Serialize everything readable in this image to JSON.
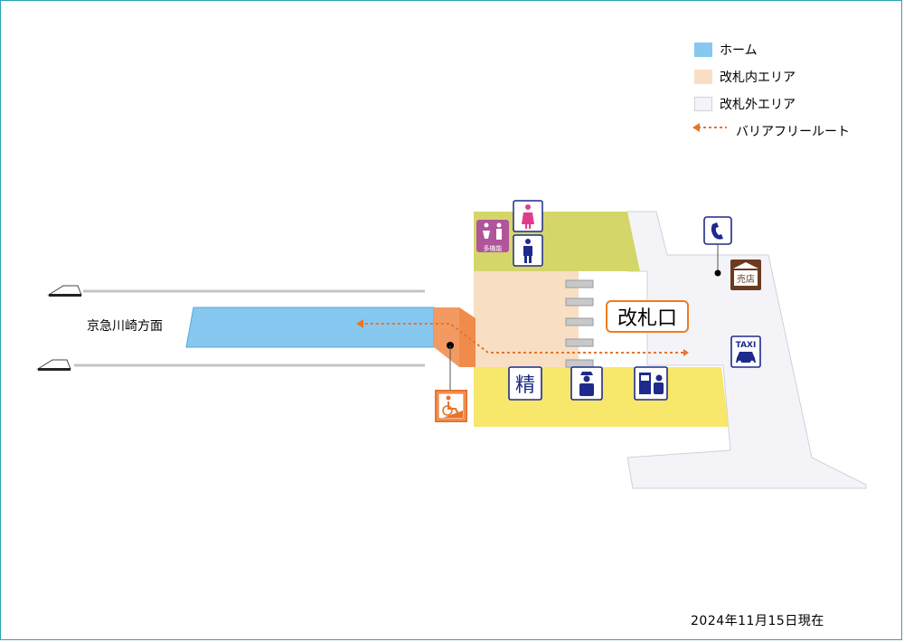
{
  "legend": {
    "items": [
      {
        "label": "ホーム",
        "color": "#86c8f0"
      },
      {
        "label": "改札内エリア",
        "color": "#f8dfc4"
      },
      {
        "label": "改札外エリア",
        "color": "#f4f4f8"
      },
      {
        "label": "バリアフリールート",
        "color": "#e8732a"
      }
    ]
  },
  "map": {
    "destination": "京急川崎方面",
    "ticket_gate_label": "改札口",
    "icons": {
      "fare_adjust": "精",
      "shop": "売店",
      "taxi": "TAXI",
      "multipurpose_toilet": "多機能"
    }
  },
  "footer": {
    "date": "2024年11月15日現在"
  },
  "colors": {
    "platform": "#86c8f0",
    "inside_gate": "#f8dfc4",
    "outside_gate": "#f4f4f8",
    "toilet_area": "#d5d66a",
    "station_office_area": "#f7e76a",
    "stairs": "#f29a62",
    "barrier_free_route": "#e8732a",
    "icon_blue": "#1e2a8c",
    "frame": "#2aa3b8"
  }
}
